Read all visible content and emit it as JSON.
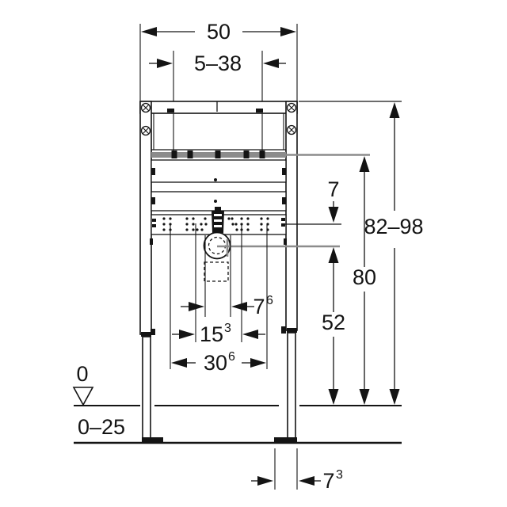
{
  "title": "washbasin-installation-frame-dimension-drawing",
  "colors": {
    "ink": "#141414",
    "leader_gray": "#8c8c8c",
    "background": "#ffffff"
  },
  "dims": {
    "overall_width": "50",
    "tap_hole_range": "5–38",
    "supply_drain_gap": "7",
    "frame_height_range": "82–98",
    "rail_height": "80",
    "drain_height": "52",
    "pipe_spacing": {
      "base": "7",
      "sup": "6"
    },
    "supply_spacing": {
      "base": "15",
      "sup": "3"
    },
    "fixing_spacing": {
      "base": "30",
      "sup": "6"
    },
    "floor_zero": "0",
    "floor_buildup_range": "0–25",
    "foot_depth": {
      "base": "7",
      "sup": "3"
    }
  }
}
